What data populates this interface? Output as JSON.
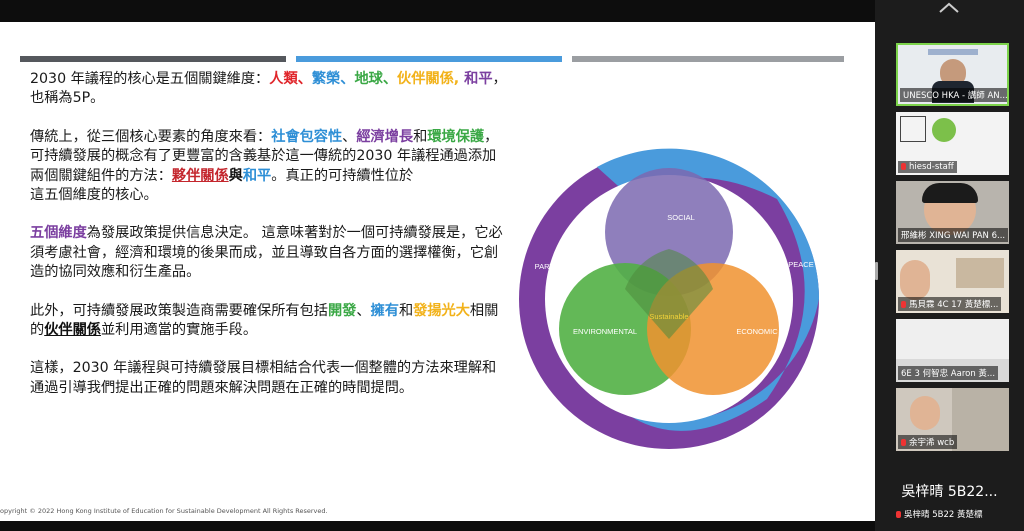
{
  "colors": {
    "stripe_dark": "#55585d",
    "stripe_blue": "#4a9bdc",
    "stripe_grey": "#9b9ea2",
    "purple": "#7b3fa0",
    "blue": "#2e8fd6",
    "green": "#3aa845",
    "orange": "#f0922f"
  },
  "slide": {
    "p1": {
      "a": "2030 年議程的核心是五個關鍵維度：",
      "people": "人類",
      "sep1": "、",
      "prosperity": "繁榮",
      "sep2": "、",
      "planet": "地球",
      "sep3": "、",
      "partnership": "伙伴關係",
      "sep4": ", ",
      "peace": "和平",
      "b": "，也稱為5P。"
    },
    "p2": {
      "a": "傳統上，從三個核心要素的角度來看：",
      "social": "社會包容性",
      "sep1": "、",
      "econ": "經濟增長",
      "and1": "和",
      "env": "環境保護",
      "b": "，可持續發展的概念有了更豐富的含義基於這一傳統的2030 年議程通過添加兩個關鍵組件的方法：",
      "partner": "夥伴關係",
      "and2": "與",
      "peace": "和平",
      "c": "。真正的可持續性位於",
      "d": "這五個維度的核心。"
    },
    "p3": {
      "five": "五個維度",
      "a": "為發展政策提供信息決定。 這意味著對於一個可持續發展是，它必須考慮社會，經濟和環境的後果而成，並且導致自各方面的選擇權衡，它創造的協同效應和衍生產品。"
    },
    "p4": {
      "a": "此外，可持續發展政策製造商需要確保所有包括",
      "develop": "開發",
      "sep1": "、",
      "own": "擁有",
      "and1": "和",
      "promote": "發揚光大",
      "b": "相關的",
      "partner": "伙伴關係",
      "c": "並利用適當的實施手段。"
    },
    "p5": {
      "a": "這樣，2030 年議程與可持續發展目標相結合代表一個整體的方法來理解和通過引導我們提出正確的問題來解決問題在正確的時間提問。"
    },
    "copyright": "opyright © 2022 Hong Kong Institute of Education for Sustainable Development All Rights Reserved."
  },
  "diagram": {
    "social": "SOCIAL",
    "peace": "PEACE",
    "partnership": "PARTNERSHIP",
    "environmental": "ENVIRONMENTAL",
    "economic": "ECONOMIC",
    "sustainable": "Sustainable"
  },
  "participants": [
    {
      "name": "UNESCO HKA - 講師 AN...",
      "mic": false
    },
    {
      "name": "hiesd-staff",
      "mic": true
    },
    {
      "name": "邢維彬 XING WAI PAN 6...",
      "mic": false
    },
    {
      "name": "馬貝霖 4C 17 黃楚標...",
      "mic": true
    },
    {
      "name": "6E 3 何智忠 Aaron 黃...",
      "mic": false
    },
    {
      "name": "余宇浠 wcb",
      "mic": true
    }
  ],
  "active_speaker": {
    "big_name": "吳梓晴 5B22...",
    "name": "吳梓晴 5B22 黃楚標"
  }
}
